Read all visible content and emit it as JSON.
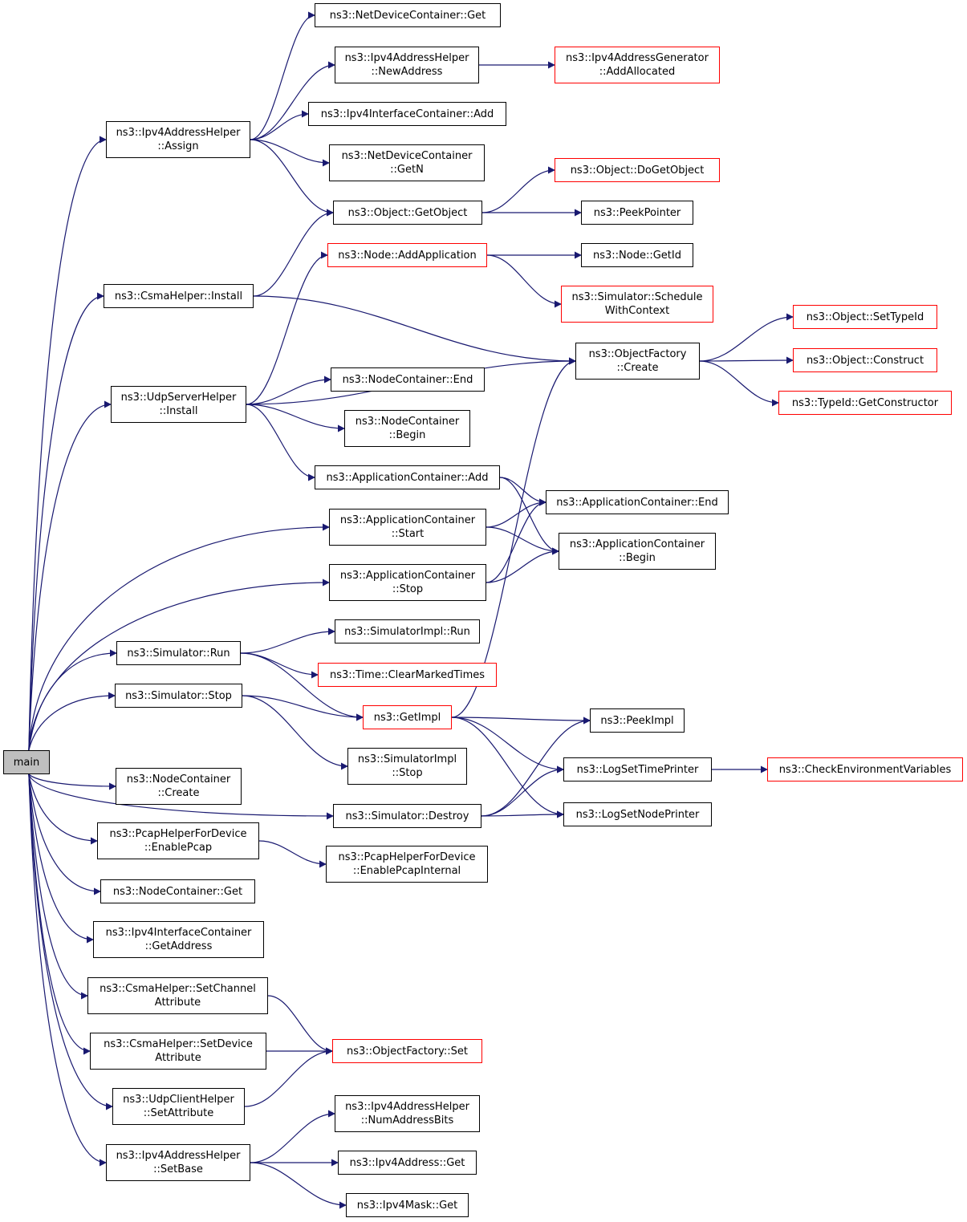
{
  "colors": {
    "edge": "#191970",
    "node_border": "#000000",
    "incomplete_border": "#ff0000",
    "root_fill": "#bfbfbf"
  },
  "nodes": {
    "main": {
      "label": "main",
      "style": "root"
    },
    "ndc_get": {
      "label": "ns3::NetDeviceContainer::Get",
      "style": "normal"
    },
    "ipv4ah_newaddr": {
      "label": "ns3::Ipv4AddressHelper\n::NewAddress",
      "style": "normal"
    },
    "ipv4ag_addalloc": {
      "label": "ns3::Ipv4AddressGenerator\n::AddAllocated",
      "style": "red"
    },
    "ipv4ic_add": {
      "label": "ns3::Ipv4InterfaceContainer::Add",
      "style": "normal"
    },
    "ipv4ah_assign": {
      "label": "ns3::Ipv4AddressHelper\n::Assign",
      "style": "normal"
    },
    "ndc_getn": {
      "label": "ns3::NetDeviceContainer\n::GetN",
      "style": "normal"
    },
    "obj_dogetobject": {
      "label": "ns3::Object::DoGetObject",
      "style": "red"
    },
    "obj_getobject": {
      "label": "ns3::Object::GetObject",
      "style": "normal"
    },
    "peekpointer": {
      "label": "ns3::PeekPointer",
      "style": "normal"
    },
    "node_addapp": {
      "label": "ns3::Node::AddApplication",
      "style": "red"
    },
    "node_getid": {
      "label": "ns3::Node::GetId",
      "style": "normal"
    },
    "csma_install": {
      "label": "ns3::CsmaHelper::Install",
      "style": "normal"
    },
    "sim_schedctx": {
      "label": "ns3::Simulator::Schedule\nWithContext",
      "style": "red"
    },
    "obj_settypeid": {
      "label": "ns3::Object::SetTypeId",
      "style": "red"
    },
    "objfac_create": {
      "label": "ns3::ObjectFactory\n::Create",
      "style": "normal"
    },
    "obj_construct": {
      "label": "ns3::Object::Construct",
      "style": "red"
    },
    "udpsrv_install": {
      "label": "ns3::UdpServerHelper\n::Install",
      "style": "normal"
    },
    "nc_end": {
      "label": "ns3::NodeContainer::End",
      "style": "normal"
    },
    "typeid_getctor": {
      "label": "ns3::TypeId::GetConstructor",
      "style": "red"
    },
    "nc_begin": {
      "label": "ns3::NodeContainer\n::Begin",
      "style": "normal"
    },
    "appc_add": {
      "label": "ns3::ApplicationContainer::Add",
      "style": "normal"
    },
    "appc_end": {
      "label": "ns3::ApplicationContainer::End",
      "style": "normal"
    },
    "appc_start": {
      "label": "ns3::ApplicationContainer\n::Start",
      "style": "normal"
    },
    "appc_begin": {
      "label": "ns3::ApplicationContainer\n::Begin",
      "style": "normal"
    },
    "appc_stop": {
      "label": "ns3::ApplicationContainer\n::Stop",
      "style": "normal"
    },
    "simimpl_run": {
      "label": "ns3::SimulatorImpl::Run",
      "style": "normal"
    },
    "sim_run": {
      "label": "ns3::Simulator::Run",
      "style": "normal"
    },
    "time_clear": {
      "label": "ns3::Time::ClearMarkedTimes",
      "style": "red"
    },
    "sim_stop": {
      "label": "ns3::Simulator::Stop",
      "style": "normal"
    },
    "getimpl": {
      "label": "ns3::GetImpl",
      "style": "red"
    },
    "peekimpl": {
      "label": "ns3::PeekImpl",
      "style": "normal"
    },
    "simimpl_stop": {
      "label": "ns3::SimulatorImpl\n::Stop",
      "style": "normal"
    },
    "logsettime": {
      "label": "ns3::LogSetTimePrinter",
      "style": "normal"
    },
    "checkenv": {
      "label": "ns3::CheckEnvironmentVariables",
      "style": "red"
    },
    "nc_create": {
      "label": "ns3::NodeContainer\n::Create",
      "style": "normal"
    },
    "sim_destroy": {
      "label": "ns3::Simulator::Destroy",
      "style": "normal"
    },
    "logsetnode": {
      "label": "ns3::LogSetNodePrinter",
      "style": "normal"
    },
    "pcap_enable": {
      "label": "ns3::PcapHelperForDevice\n::EnablePcap",
      "style": "normal"
    },
    "pcap_internal": {
      "label": "ns3::PcapHelperForDevice\n::EnablePcapInternal",
      "style": "normal"
    },
    "nc_get": {
      "label": "ns3::NodeContainer::Get",
      "style": "normal"
    },
    "ipv4ic_getaddr": {
      "label": "ns3::Ipv4InterfaceContainer\n::GetAddress",
      "style": "normal"
    },
    "csma_setchan": {
      "label": "ns3::CsmaHelper::SetChannel\nAttribute",
      "style": "normal"
    },
    "csma_setdev": {
      "label": "ns3::CsmaHelper::SetDevice\nAttribute",
      "style": "normal"
    },
    "objfac_set": {
      "label": "ns3::ObjectFactory::Set",
      "style": "red"
    },
    "udpcli_setattr": {
      "label": "ns3::UdpClientHelper\n::SetAttribute",
      "style": "normal"
    },
    "ipv4ah_numbits": {
      "label": "ns3::Ipv4AddressHelper\n::NumAddressBits",
      "style": "normal"
    },
    "ipv4ah_setbase": {
      "label": "ns3::Ipv4AddressHelper\n::SetBase",
      "style": "normal"
    },
    "ipv4addr_get": {
      "label": "ns3::Ipv4Address::Get",
      "style": "normal"
    },
    "ipv4mask_get": {
      "label": "ns3::Ipv4Mask::Get",
      "style": "normal"
    }
  },
  "edges": [
    [
      "main",
      "ipv4ah_assign"
    ],
    [
      "main",
      "csma_install"
    ],
    [
      "main",
      "udpsrv_install"
    ],
    [
      "main",
      "appc_start"
    ],
    [
      "main",
      "appc_stop"
    ],
    [
      "main",
      "sim_run"
    ],
    [
      "main",
      "sim_stop"
    ],
    [
      "main",
      "sim_destroy"
    ],
    [
      "main",
      "nc_create"
    ],
    [
      "main",
      "pcap_enable"
    ],
    [
      "main",
      "nc_get"
    ],
    [
      "main",
      "ipv4ic_getaddr"
    ],
    [
      "main",
      "csma_setchan"
    ],
    [
      "main",
      "csma_setdev"
    ],
    [
      "main",
      "udpcli_setattr"
    ],
    [
      "main",
      "ipv4ah_setbase"
    ],
    [
      "ipv4ah_assign",
      "ndc_get"
    ],
    [
      "ipv4ah_assign",
      "ipv4ah_newaddr"
    ],
    [
      "ipv4ah_assign",
      "ipv4ic_add"
    ],
    [
      "ipv4ah_assign",
      "ndc_getn"
    ],
    [
      "ipv4ah_assign",
      "obj_getobject"
    ],
    [
      "ipv4ah_newaddr",
      "ipv4ag_addalloc"
    ],
    [
      "obj_getobject",
      "obj_dogetobject"
    ],
    [
      "obj_getobject",
      "peekpointer"
    ],
    [
      "csma_install",
      "obj_getobject"
    ],
    [
      "csma_install",
      "objfac_create"
    ],
    [
      "node_addapp",
      "node_getid"
    ],
    [
      "node_addapp",
      "sim_schedctx"
    ],
    [
      "objfac_create",
      "obj_settypeid"
    ],
    [
      "objfac_create",
      "obj_construct"
    ],
    [
      "objfac_create",
      "typeid_getctor"
    ],
    [
      "udpsrv_install",
      "node_addapp"
    ],
    [
      "udpsrv_install",
      "objfac_create"
    ],
    [
      "udpsrv_install",
      "nc_end"
    ],
    [
      "udpsrv_install",
      "nc_begin"
    ],
    [
      "udpsrv_install",
      "appc_add"
    ],
    [
      "appc_add",
      "appc_end"
    ],
    [
      "appc_add",
      "appc_begin"
    ],
    [
      "appc_start",
      "appc_end"
    ],
    [
      "appc_start",
      "appc_begin"
    ],
    [
      "appc_stop",
      "appc_end"
    ],
    [
      "appc_stop",
      "appc_begin"
    ],
    [
      "sim_run",
      "simimpl_run"
    ],
    [
      "sim_run",
      "time_clear"
    ],
    [
      "sim_run",
      "getimpl"
    ],
    [
      "sim_stop",
      "getimpl"
    ],
    [
      "sim_stop",
      "simimpl_stop"
    ],
    [
      "getimpl",
      "objfac_create"
    ],
    [
      "getimpl",
      "peekimpl"
    ],
    [
      "getimpl",
      "logsettime"
    ],
    [
      "getimpl",
      "logsetnode"
    ],
    [
      "logsettime",
      "checkenv"
    ],
    [
      "sim_destroy",
      "peekimpl"
    ],
    [
      "sim_destroy",
      "logsettime"
    ],
    [
      "sim_destroy",
      "logsetnode"
    ],
    [
      "pcap_enable",
      "pcap_internal"
    ],
    [
      "csma_setchan",
      "objfac_set"
    ],
    [
      "csma_setdev",
      "objfac_set"
    ],
    [
      "udpcli_setattr",
      "objfac_set"
    ],
    [
      "ipv4ah_setbase",
      "ipv4ah_numbits"
    ],
    [
      "ipv4ah_setbase",
      "ipv4addr_get"
    ],
    [
      "ipv4ah_setbase",
      "ipv4mask_get"
    ]
  ]
}
